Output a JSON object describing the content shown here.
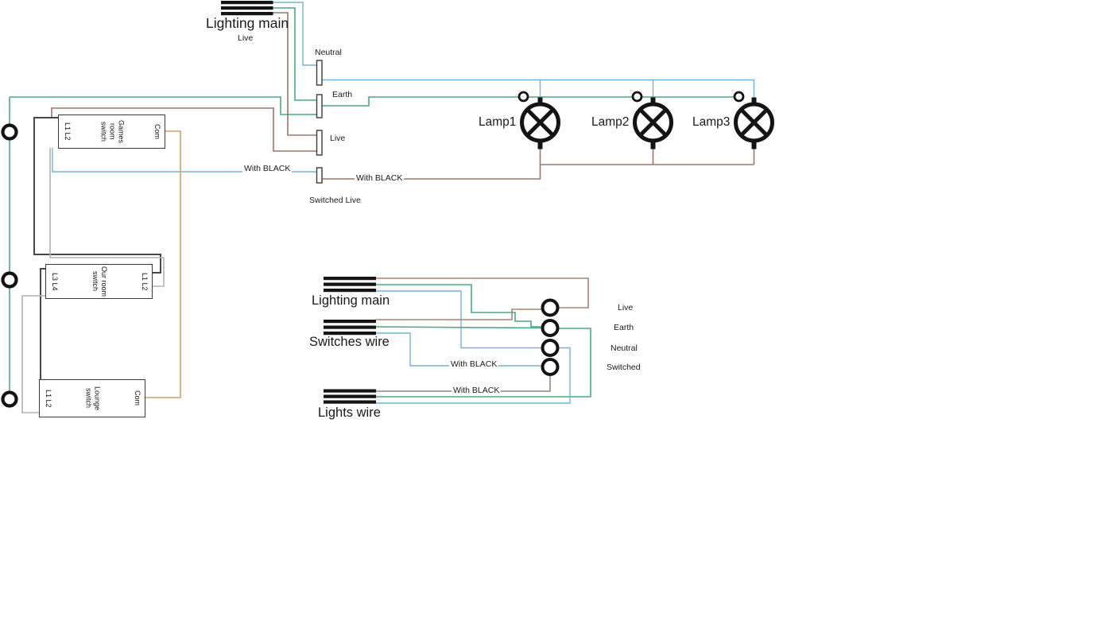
{
  "top_cable": {
    "label": "Lighting main",
    "core_label": "Live"
  },
  "top_connectors": {
    "neutral": "Neutral",
    "earth": "Earth",
    "live": "Live",
    "switched_live": "Switched Live"
  },
  "with_black": {
    "switch_feed": "With BLACK",
    "lamp_feed": "With BLACK",
    "switches_wire": "With BLACK",
    "lights_wire": "With BLACK"
  },
  "lamps": [
    {
      "label": "Lamp1"
    },
    {
      "label": "Lamp2"
    },
    {
      "label": "Lamp3"
    }
  ],
  "switches": {
    "games_room": {
      "name": "Games room switch",
      "left_terminals": "L1 L2",
      "right_terminal": "Com"
    },
    "our_room": {
      "name": "Our room switch",
      "left_terminals": "L3 L4",
      "right_terminals": "L1 L2"
    },
    "lounge": {
      "name": "Lounge switch",
      "left_terminals": "L1 L2",
      "right_terminal": "Com"
    }
  },
  "bottom_cables": {
    "lighting_main": "Lighting main",
    "switches_wire": "Switches wire",
    "lights_wire": "Lights wire"
  },
  "junction_terminals": {
    "live": "Live",
    "earth": "Earth",
    "neutral": "Neutral",
    "switched": "Switched"
  },
  "colors": {
    "wire_blue": "#74b2d9",
    "wire_green": "#4caa80",
    "wire_brown": "#97786a",
    "wire_brown_light": "#a8836f",
    "wire_tan": "#cfa06a",
    "wire_gray": "#b3b3b3",
    "wire_dark": "#474747",
    "wire_gray_brown": "#938578",
    "symbol_black": "#141414"
  }
}
